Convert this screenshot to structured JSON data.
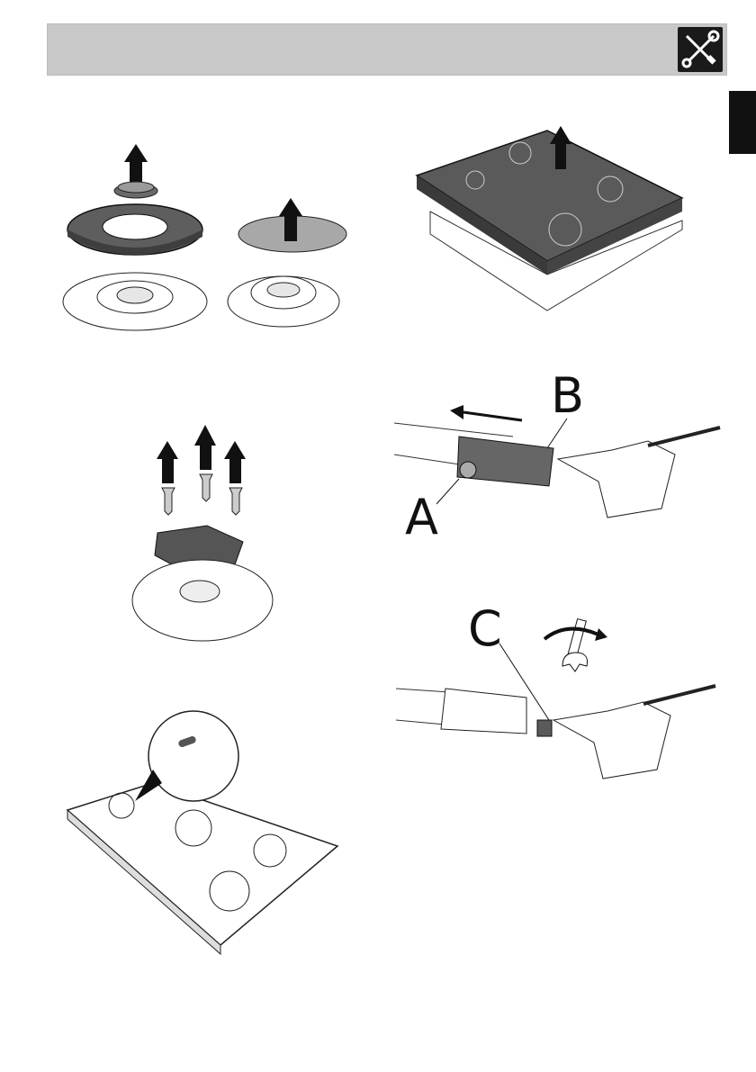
{
  "header": {
    "icon": "tools-icon"
  },
  "language_tab": {
    "color": "#111111"
  },
  "colors": {
    "header_band": "#c8c8c8",
    "ink": "#1a1a1a",
    "shade": "#5a5a5a",
    "light_shade": "#a8a8a8"
  },
  "figures": [
    {
      "name": "remove-burner-caps",
      "icon": "lift-arrow-icon"
    },
    {
      "name": "remove-hob-top",
      "icon": "lift-arrow-icon"
    },
    {
      "name": "remove-burner-screws",
      "icon": "lift-arrow-icon"
    },
    {
      "name": "valve-thermocouple",
      "callouts": [
        "B",
        "A"
      ]
    },
    {
      "name": "hob-detail-zoom",
      "icon": "magnifier-icon"
    },
    {
      "name": "wrench-on-nut",
      "callouts": [
        "C"
      ],
      "icon": "wrench-icon"
    }
  ],
  "callouts": {
    "a": "A",
    "b": "B",
    "c": "C"
  }
}
